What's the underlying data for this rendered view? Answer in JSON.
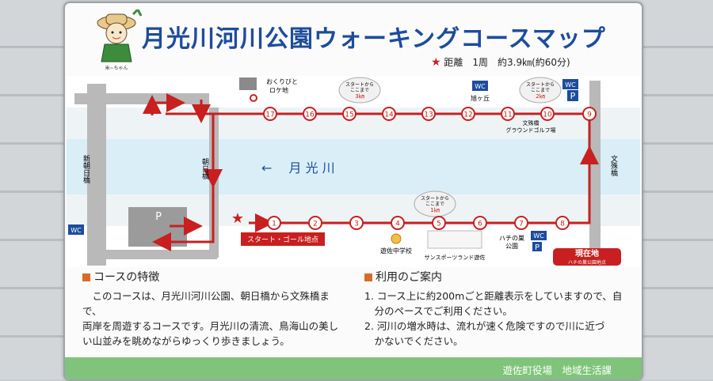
{
  "title": "月光川河川公園ウォーキングコースマップ",
  "mascot_label": "米~ちゃん",
  "distance": {
    "star": "★",
    "text": "距離　1周　約3.9㎞(約60分)"
  },
  "river_label": "← 　月 光 川",
  "bridges": {
    "shin_asahi": "新朝日橋",
    "asahi": "朝日橋",
    "bunju": "文殊橋"
  },
  "wc_label": "WC",
  "parking_label": "P",
  "landmarks": {
    "okuribito_1": "おくりびと",
    "okuribito_2": "ロケ地",
    "asahigaoka": "旭ヶ丘",
    "bunju_ground_1": "文殊橋",
    "bunju_ground_2": "グラウンドゴルフ場",
    "school": "遊佐中学校",
    "sunsports": "サンスポーツランド遊佐",
    "hachi_1": "ハチの巣",
    "hachi_2": "公園"
  },
  "start_goal": "スタート・ゴール地点",
  "current_location": {
    "main": "現在地",
    "sub": "ハチの巣公園地点"
  },
  "bubbles": [
    {
      "line1": "スタートから",
      "line2": "ここまで",
      "line3": "3㎞"
    },
    {
      "line1": "スタートから",
      "line2": "ここまで",
      "line3": "2㎞"
    },
    {
      "line1": "スタートから",
      "line2": "ここまで",
      "line3": "1㎞"
    }
  ],
  "markers": [
    "1",
    "2",
    "3",
    "4",
    "5",
    "6",
    "7",
    "8",
    "9",
    "10",
    "11",
    "12",
    "13",
    "14",
    "15",
    "16",
    "17"
  ],
  "course": {
    "heading": "コースの特徴",
    "lines": [
      "　このコースは、月光川河川公園、朝日橋から文殊橋まで、",
      "両岸を周遊するコースです。月光川の清流、鳥海山の美し",
      "い山並みを眺めながらゆっくり歩きましょう。"
    ]
  },
  "usage": {
    "heading": "利用のご案内",
    "lines": [
      "1.  コース上に約200mごと距離表示をしていますので、自",
      "　分のペースでご利用ください。",
      "2.  河川の増水時は、流れが速く危険ですので川に近づ",
      "　かないでください。"
    ]
  },
  "footer": "遊佐町役場　地域生活課",
  "colors": {
    "title": "#1d4c9c",
    "route": "#c82020",
    "river": "#d9eef7",
    "green": "#7fc47a"
  }
}
